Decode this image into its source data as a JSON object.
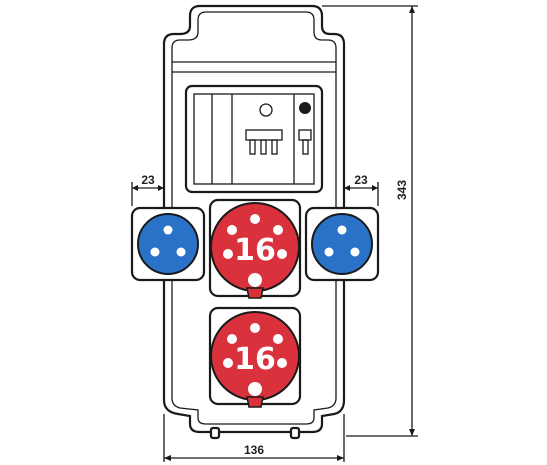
{
  "dimensions": {
    "left_gap": "23",
    "right_gap": "23",
    "height": "343",
    "width": "136"
  },
  "sockets": {
    "upper_rating": "16",
    "lower_rating": "16"
  },
  "colors": {
    "red_socket": "#d9323c",
    "blue_socket": "#2a72c8",
    "housing_fill": "#ffffff",
    "line": "#1a1a1a"
  }
}
